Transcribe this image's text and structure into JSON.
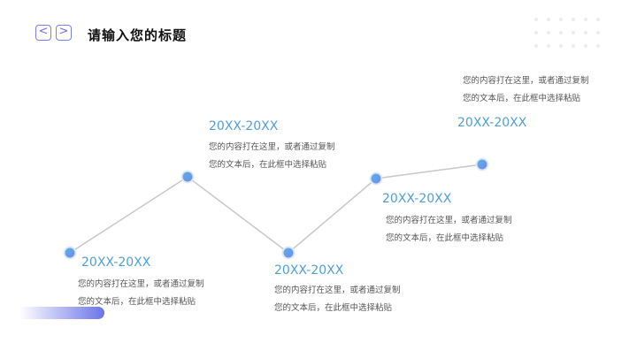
{
  "header": {
    "prev_icon": "chevron-left-icon",
    "next_icon": "chevron-right-icon",
    "prev_glyph": "<",
    "next_glyph": ">",
    "title": "请输入您的标题"
  },
  "colors": {
    "accent": "#6f6fe0",
    "year_text": "#4f9fd6",
    "line": "#c8c8c8",
    "node_start": "#4fb6e8",
    "node_end": "#7a86e8"
  },
  "timeline": {
    "items": [
      {
        "year": "20XX-20XX",
        "line1": "您的内容打在这里，或者通过复制",
        "line2": "您的文本后，在此框中选择粘贴"
      },
      {
        "year": "20XX-20XX",
        "line1": "您的内容打在这里，或者通过复制",
        "line2": "您的文本后，在此框中选择粘贴"
      },
      {
        "year": "20XX-20XX",
        "line1": "您的内容打在这里，或者通过复制",
        "line2": "您的文本后，在此框中选择粘贴"
      },
      {
        "year": "20XX-20XX",
        "line1": "您的内容打在这里，或者通过复制",
        "line2": "您的文本后，在此框中选择粘贴"
      },
      {
        "year": "20XX-20XX",
        "line1": "您的内容打在这里，或者通过复制",
        "line2": "您的文本后，在此框中选择粘贴"
      }
    ]
  }
}
